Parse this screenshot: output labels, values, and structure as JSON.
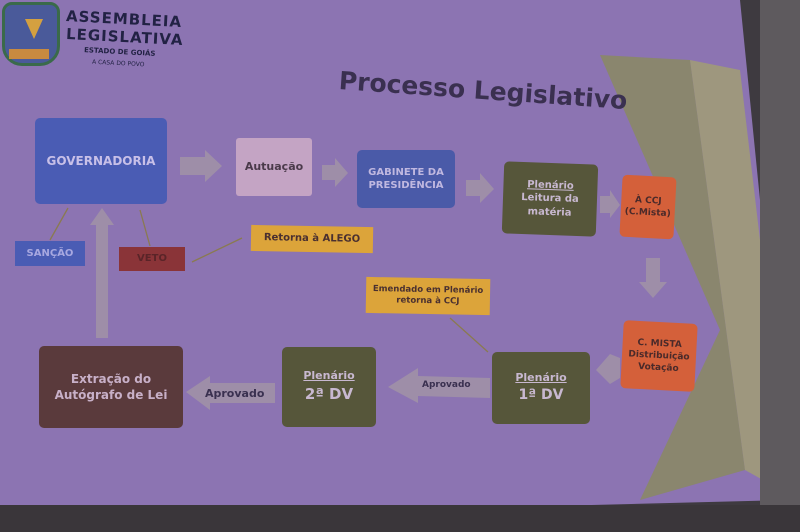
{
  "logo": {
    "line1": "ASSEMBLEIA",
    "line2": "LEGISLATIVA",
    "line3": "ESTADO DE GOIÁS",
    "line4": "A CASA DO POVO"
  },
  "title": "Processo Legislativo",
  "boxes": {
    "governadoria": "GOVERNADORIA",
    "autuacao": "Autuação",
    "gabinete": "GABINETE DA PRESIDÊNCIA",
    "plenario_leitura": {
      "head": "Plenário",
      "l1": "Leitura da",
      "l2": "matéria"
    },
    "ccj": {
      "l1": "À CCJ",
      "l2": "(C.Mista)"
    },
    "cmista": {
      "l1": "C. MISTA",
      "l2": "Distribuição",
      "l3": "Votação"
    },
    "plenario1": {
      "head": "Plenário",
      "l1": "1ª DV"
    },
    "plenario2": {
      "head": "Plenário",
      "l1": "2ª DV"
    },
    "extracao": {
      "l1": "Extração do",
      "l2": "Autógrafo de Lei"
    },
    "sancao": "SANÇÃO",
    "veto": "VETO",
    "retorna_alego": "Retorna à ALEGO",
    "emendado": {
      "l1": "Emendado em Plenário",
      "l2": "retorna à CCJ"
    }
  },
  "arrows": {
    "aprovado1": "Aprovado",
    "aprovado2": "Aprovado"
  },
  "colors": {
    "slide": "#8c74b2",
    "blue": "#4a5cb4",
    "green": "#56563a",
    "orange": "#d4603a",
    "brown": "#5a3a3c",
    "yellow": "#dca43a",
    "red": "#8a3438"
  }
}
